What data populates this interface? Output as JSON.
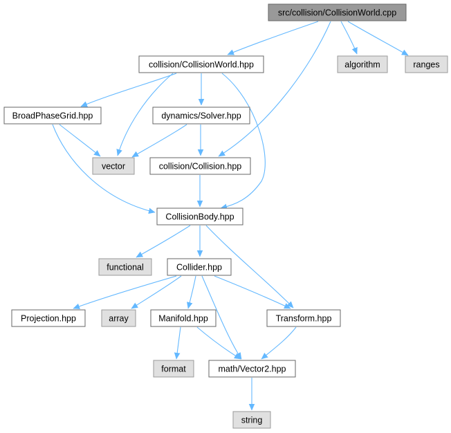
{
  "colors": {
    "edge": "#63B8FF",
    "root_fill": "#999999",
    "root_stroke": "#666666",
    "file_fill": "#ffffff",
    "file_stroke": "#666666",
    "system_fill": "#e0e0e0",
    "system_stroke": "#999999"
  },
  "nodes": [
    {
      "id": "root",
      "label": "src/collision/CollisionWorld.cpp",
      "kind": "root"
    },
    {
      "id": "cw_hpp",
      "label": "collision/CollisionWorld.hpp",
      "kind": "file"
    },
    {
      "id": "algorithm",
      "label": "algorithm",
      "kind": "system"
    },
    {
      "id": "ranges",
      "label": "ranges",
      "kind": "system"
    },
    {
      "id": "bpg",
      "label": "BroadPhaseGrid.hpp",
      "kind": "file"
    },
    {
      "id": "solver",
      "label": "dynamics/Solver.hpp",
      "kind": "file"
    },
    {
      "id": "vector",
      "label": "vector",
      "kind": "system"
    },
    {
      "id": "collision",
      "label": "collision/Collision.hpp",
      "kind": "file"
    },
    {
      "id": "body",
      "label": "CollisionBody.hpp",
      "kind": "file"
    },
    {
      "id": "functional",
      "label": "functional",
      "kind": "system"
    },
    {
      "id": "collider",
      "label": "Collider.hpp",
      "kind": "file"
    },
    {
      "id": "projection",
      "label": "Projection.hpp",
      "kind": "file"
    },
    {
      "id": "array",
      "label": "array",
      "kind": "system"
    },
    {
      "id": "manifold",
      "label": "Manifold.hpp",
      "kind": "file"
    },
    {
      "id": "transform",
      "label": "Transform.hpp",
      "kind": "file"
    },
    {
      "id": "format",
      "label": "format",
      "kind": "system"
    },
    {
      "id": "vector2",
      "label": "math/Vector2.hpp",
      "kind": "file"
    },
    {
      "id": "string",
      "label": "string",
      "kind": "system"
    }
  ],
  "edges": [
    {
      "from": "root",
      "to": "cw_hpp"
    },
    {
      "from": "root",
      "to": "algorithm"
    },
    {
      "from": "root",
      "to": "ranges"
    },
    {
      "from": "root",
      "to": "collision"
    },
    {
      "from": "cw_hpp",
      "to": "bpg"
    },
    {
      "from": "cw_hpp",
      "to": "solver"
    },
    {
      "from": "cw_hpp",
      "to": "vector"
    },
    {
      "from": "cw_hpp",
      "to": "body"
    },
    {
      "from": "bpg",
      "to": "vector"
    },
    {
      "from": "bpg",
      "to": "body"
    },
    {
      "from": "solver",
      "to": "vector"
    },
    {
      "from": "solver",
      "to": "collision"
    },
    {
      "from": "collision",
      "to": "body"
    },
    {
      "from": "body",
      "to": "functional"
    },
    {
      "from": "body",
      "to": "collider"
    },
    {
      "from": "body",
      "to": "transform"
    },
    {
      "from": "collider",
      "to": "projection"
    },
    {
      "from": "collider",
      "to": "array"
    },
    {
      "from": "collider",
      "to": "manifold"
    },
    {
      "from": "collider",
      "to": "vector2"
    },
    {
      "from": "collider",
      "to": "transform"
    },
    {
      "from": "manifold",
      "to": "format"
    },
    {
      "from": "manifold",
      "to": "vector2"
    },
    {
      "from": "transform",
      "to": "vector2"
    },
    {
      "from": "vector2",
      "to": "string"
    }
  ]
}
